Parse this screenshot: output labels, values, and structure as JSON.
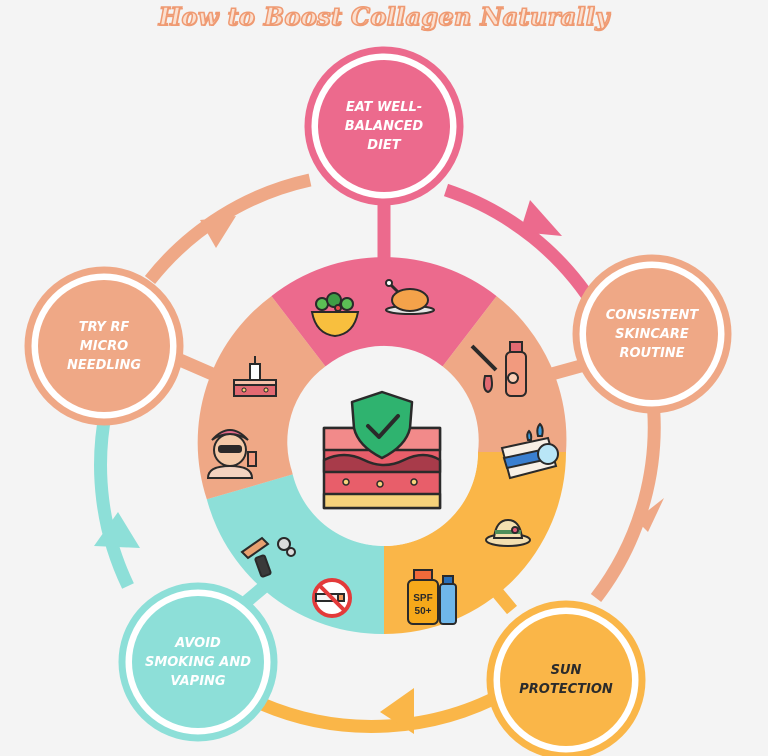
{
  "title": "How to Boost Collagen Naturally",
  "colors": {
    "pink": "#ec6a8d",
    "salmon": "#efa886",
    "orange": "#fab648",
    "teal": "#8ddfd8",
    "background": "#f4f4f4"
  },
  "nodes": [
    {
      "id": "diet",
      "lines": [
        "EAT WELL-",
        "BALANCED",
        "DIET"
      ],
      "color": "#ec6a8d",
      "icons": [
        "salad-bowl-icon",
        "roast-chicken-icon"
      ]
    },
    {
      "id": "skincare",
      "lines": [
        "CONSISTENT",
        "SKINCARE",
        "ROUTINE"
      ],
      "color": "#efa886",
      "icons": [
        "serum-dropper-icon",
        "moisturizer-cream-icon"
      ]
    },
    {
      "id": "sun",
      "lines": [
        "SUN",
        "PROTECTION"
      ],
      "color": "#fab648",
      "icons": [
        "sun-hat-icon",
        "sunscreen-spf-icon"
      ]
    },
    {
      "id": "smoking",
      "lines": [
        "AVOID",
        "SMOKING AND",
        "VAPING"
      ],
      "color": "#8ddfd8",
      "icons": [
        "pipe-vape-icon",
        "no-smoking-icon"
      ]
    },
    {
      "id": "rf",
      "lines": [
        "TRY RF",
        "MICRO",
        "NEEDLING"
      ],
      "color": "#efa886",
      "icons": [
        "microneedling-skin-icon",
        "face-treatment-icon"
      ]
    }
  ],
  "center_icon": "skin-layers-shield-check-icon",
  "spf_badge": {
    "top": "SPF",
    "bottom": "50+"
  }
}
